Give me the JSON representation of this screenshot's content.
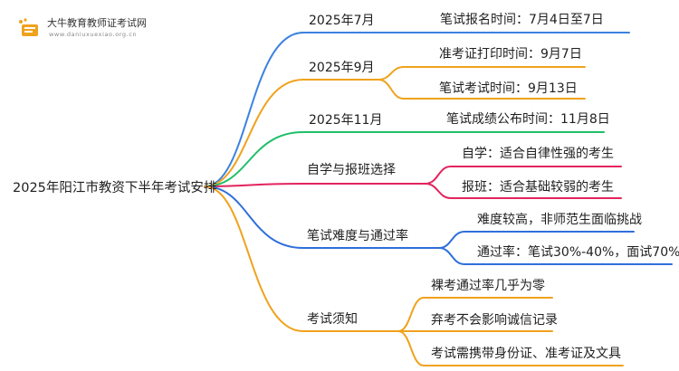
{
  "logo": {
    "title": "大牛教育教师证考试网",
    "url": "www.daniuxuexiao.org.cn"
  },
  "root": "2025年阳江市教资下半年考试安排",
  "branches": [
    {
      "label": "2025年7月",
      "color": "#3b82e0",
      "children": [
        "笔试报名时间：7月4日至7日"
      ]
    },
    {
      "label": "2025年9月",
      "color": "#f0a21c",
      "children": [
        "准考证打印时间：9月7日",
        "笔试考试时间：9月13日"
      ]
    },
    {
      "label": "2025年11月",
      "color": "#1fbf6a",
      "children": [
        "笔试成绩公布时间：11月8日"
      ]
    },
    {
      "label": "自学与报班选择",
      "color": "#e2245e",
      "children": [
        "自学：适合自律性强的考生",
        "报班：适合基础较弱的考生"
      ]
    },
    {
      "label": "笔试难度与通过率",
      "color": "#2f6fdb",
      "children": [
        "难度较高，非师范生面临挑战",
        "通过率：笔试30%-40%，面试70%"
      ]
    },
    {
      "label": "考试须知",
      "color": "#f0a21c",
      "children": [
        "裸考通过率几乎为零",
        "弃考不会影响诚信记录",
        "考试需携带身份证、准考证及文具"
      ]
    }
  ]
}
